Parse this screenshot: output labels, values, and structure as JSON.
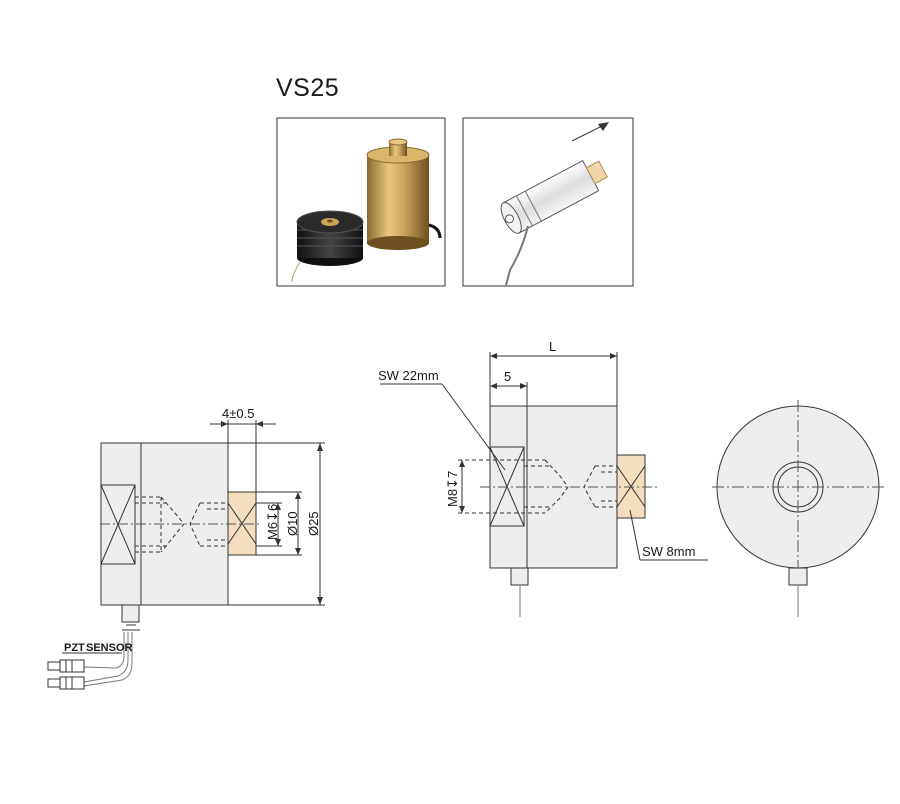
{
  "title": "VS25",
  "photos": {
    "left": {
      "description_icon": "product-photo-icon"
    },
    "right": {
      "description_icon": "motion-direction-icon"
    }
  },
  "drawing_left": {
    "dim_top": "4±0.5",
    "dim_thread": "M6↧6",
    "dim_d10": "Ø10",
    "dim_d25": "Ø25",
    "cable_label_pzt": "PZT",
    "cable_label_sensor": "SENSOR"
  },
  "drawing_middle": {
    "dim_L": "L",
    "dim_5": "5",
    "dim_thread": "M8↧7",
    "wrench_left": "SW 22mm",
    "wrench_right": "SW 8mm"
  },
  "colors": {
    "body_fill": "#ededed",
    "brass_fill": "#f3dfbe",
    "line": "#333333"
  }
}
